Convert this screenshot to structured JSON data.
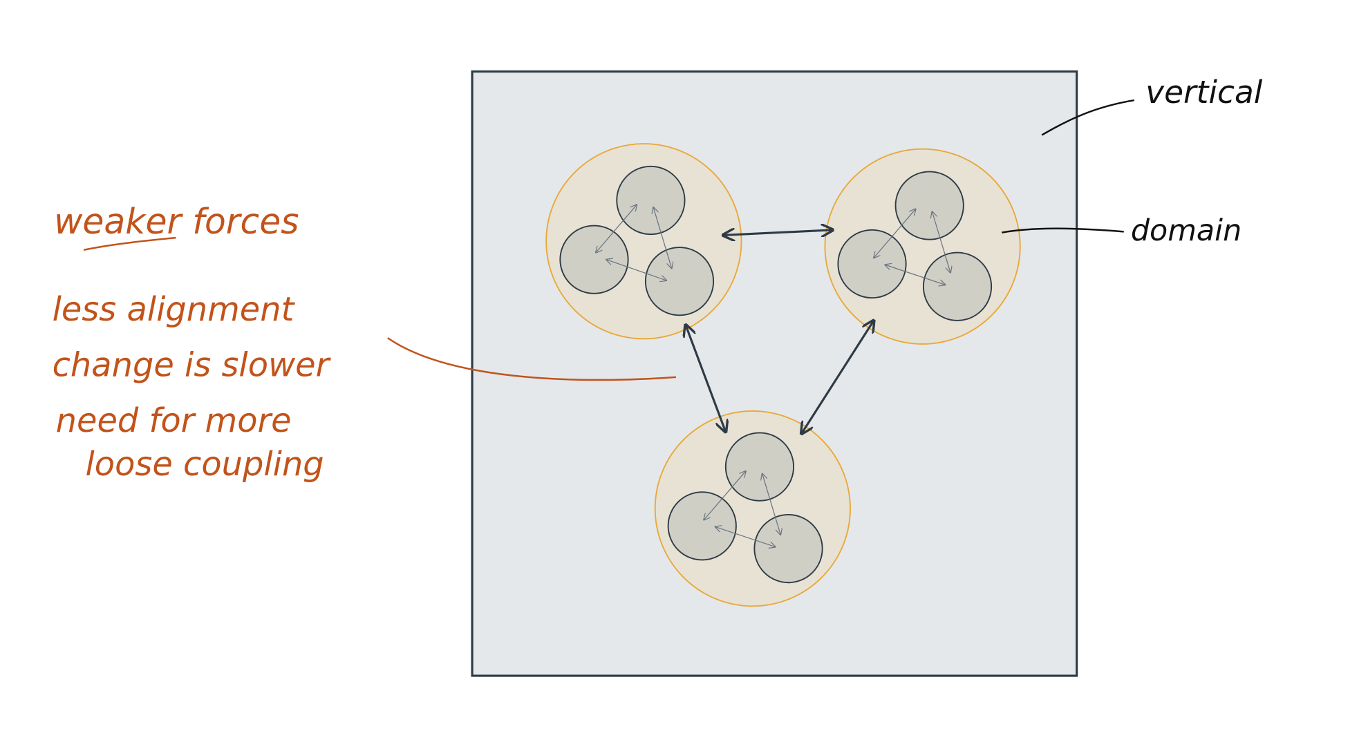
{
  "annotations": {
    "vertical_label": "vertical",
    "domain_label": "domain",
    "heading": "weaker forces",
    "notes": [
      "less alignment",
      "change is slower",
      "need for more",
      "loose coupling"
    ]
  },
  "colors": {
    "accent_text": "#c2531a",
    "box_fill": "#e4e8eb",
    "box_stroke": "#2e3b46",
    "domain_fill": "#e8e2d4",
    "domain_stroke": "#e8a93a",
    "service_fill": "#d0cfc6"
  }
}
